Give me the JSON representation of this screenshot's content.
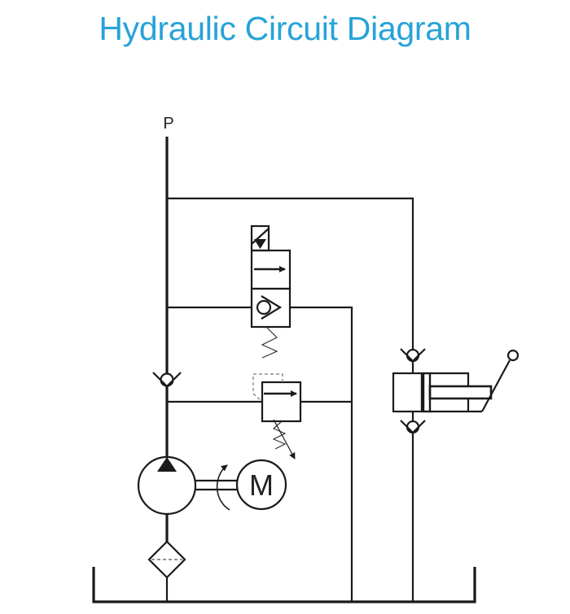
{
  "title": "Hydraulic Circuit Diagram",
  "labels": {
    "pressure_port": "P",
    "motor": "M"
  },
  "colors": {
    "title": "#27a3d8",
    "lines": "#1a1a1a"
  }
}
